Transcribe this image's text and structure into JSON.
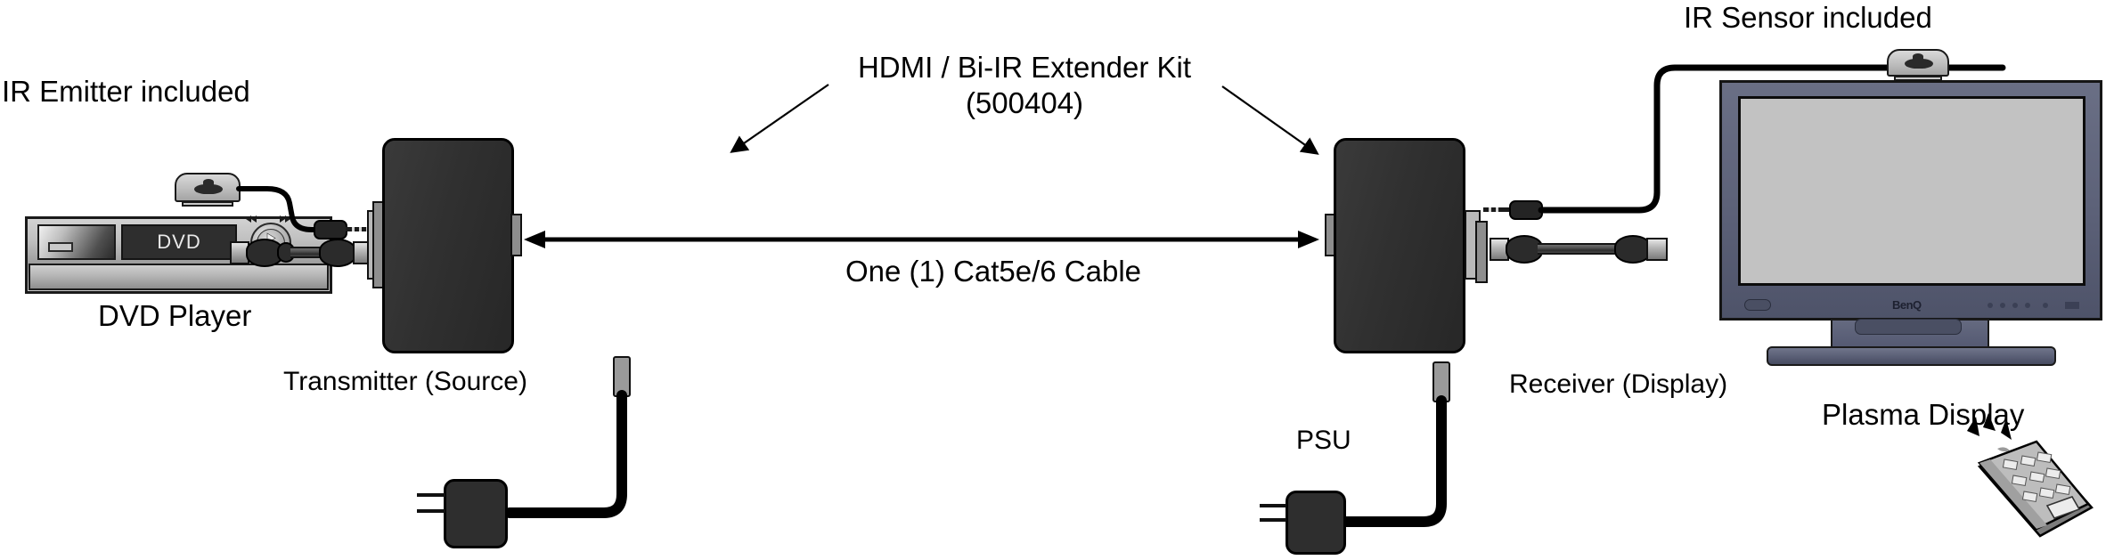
{
  "diagram": {
    "title": "HDMI / Bi-IR Extender Kit connection diagram",
    "background": "#ffffff"
  },
  "labels": {
    "ir_emitter": "IR Emitter included",
    "ir_sensor": "IR Sensor included",
    "kit_name": "HDMI / Bi-IR Extender Kit",
    "kit_model": "(500404)",
    "cat5_cable": "One (1) Cat5e/6 Cable",
    "dvd_player": "DVD Player",
    "transmitter": "Transmitter (Source)",
    "receiver": "Receiver (Display)",
    "plasma_display": "Plasma Display",
    "psu": "PSU"
  },
  "devices": {
    "dvd": {
      "name": "DVD Player",
      "screen_text": "DVD",
      "controls": [
        "rewind-icon",
        "forward-icon",
        "play-icon",
        "stop-icon"
      ]
    },
    "transmitter": {
      "name": "Transmitter (Source)",
      "color": "#2f2f2f",
      "ports": [
        "ir-emitter-jack",
        "hdmi-in",
        "cat5-out"
      ]
    },
    "receiver": {
      "name": "Receiver (Display)",
      "color": "#2f2f2f",
      "ports": [
        "cat5-in",
        "ir-sensor-jack",
        "hdmi-out"
      ]
    },
    "display": {
      "name": "Plasma Display",
      "brand": "BenQ",
      "bezel_color": "#5c6178",
      "screen_color": "#c2c2c2"
    },
    "remote": {
      "name": "IR Remote Control",
      "body_color": "#b8b8b8"
    }
  },
  "accessories": {
    "ir_emitter_puck": "IR Emitter",
    "ir_sensor_puck": "IR Sensor",
    "psu_left": "PSU",
    "psu_right": "PSU"
  },
  "colors": {
    "unit_body": "#2f2f2f",
    "cable": "#000000",
    "bezel": "#5c6178",
    "screen": "#c2c2c2",
    "puck": "#bdbdbd"
  }
}
